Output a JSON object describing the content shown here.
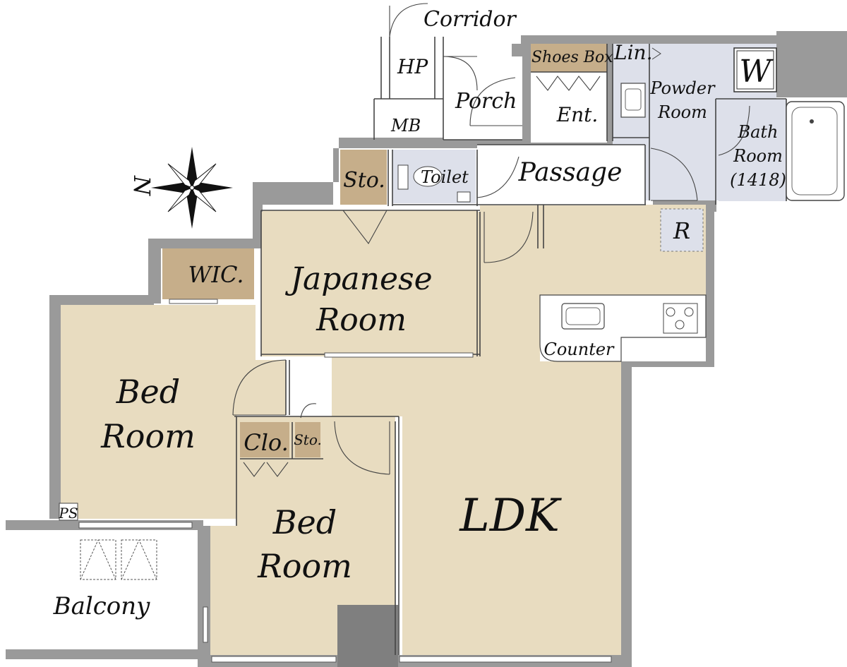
{
  "rooms": {
    "corridor": "Corridor",
    "hp": "HP",
    "mb": "MB",
    "porch": "Porch",
    "shoes_box": "Shoes Box",
    "lin": "Lin.",
    "washer": "W",
    "powder_room_1": "Powder",
    "powder_room_2": "Room",
    "entrance": "Ent.",
    "bath_room_1": "Bath",
    "bath_room_2": "Room",
    "bath_room_3": "(1418)",
    "storage_top": "Sto.",
    "toilet": "Toilet",
    "passage": "Passage",
    "refrigerator": "R",
    "wic": "WIC.",
    "japanese_room_1": "Japanese",
    "japanese_room_2": "Room",
    "counter": "Counter",
    "bed_room_a_1": "Bed",
    "bed_room_a_2": "Room",
    "closet": "Clo.",
    "storage_small": "Sto.",
    "ps": "PS",
    "bed_room_b_1": "Bed",
    "bed_room_b_2": "Room",
    "ldk": "LDK",
    "balcony": "Balcony"
  },
  "compass": {
    "north": "N"
  },
  "colors": {
    "wall": "#9a9a9a",
    "floor_wood": "#e8dcc0",
    "storage": "#c6ae8a",
    "wet_area": "#dde0ea"
  }
}
